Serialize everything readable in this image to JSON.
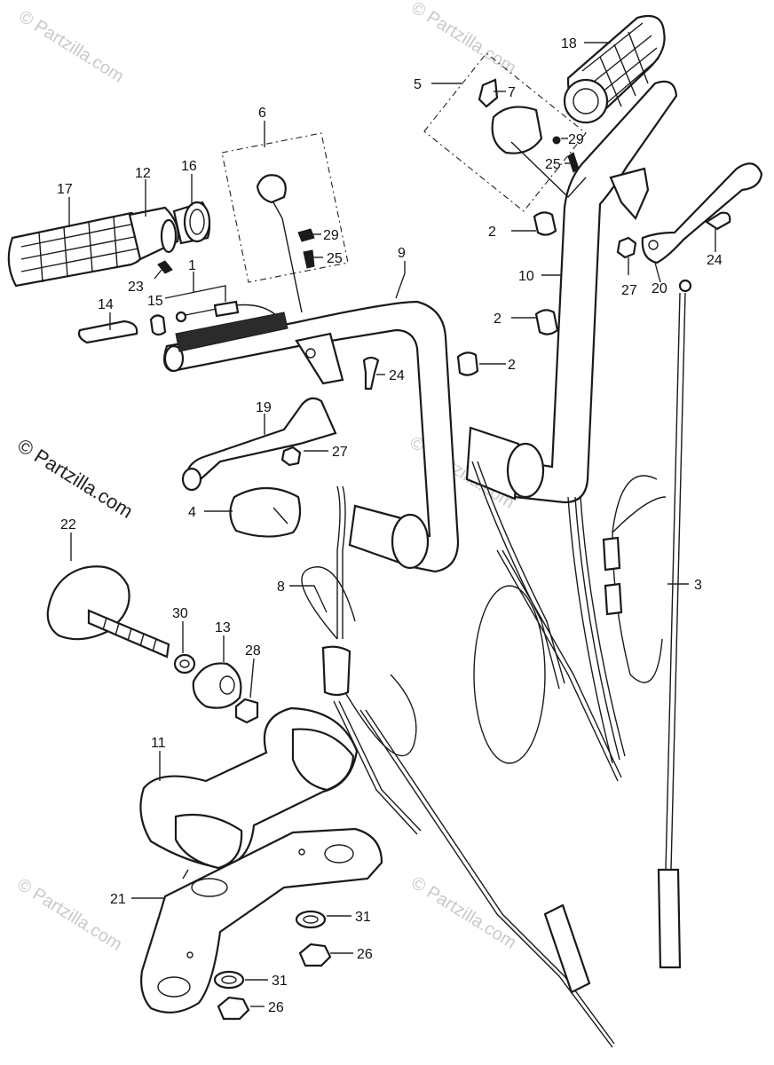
{
  "watermarks": [
    "© Partzilla.com",
    "© Partzilla.com",
    "© Partzilla.com",
    "© Partzilla.com",
    "© Partzilla.com",
    "© Partzilla.com"
  ],
  "main_watermark": "© Partzilla.com",
  "callouts": [
    "18",
    "5",
    "7",
    "29",
    "25",
    "6",
    "29",
    "25",
    "17",
    "12",
    "16",
    "23",
    "1",
    "15",
    "14",
    "9",
    "24",
    "10",
    "2",
    "2",
    "2",
    "27",
    "20",
    "24",
    "19",
    "27",
    "4",
    "22",
    "30",
    "13",
    "28",
    "8",
    "3",
    "11",
    "21",
    "31",
    "26",
    "31",
    "26"
  ]
}
